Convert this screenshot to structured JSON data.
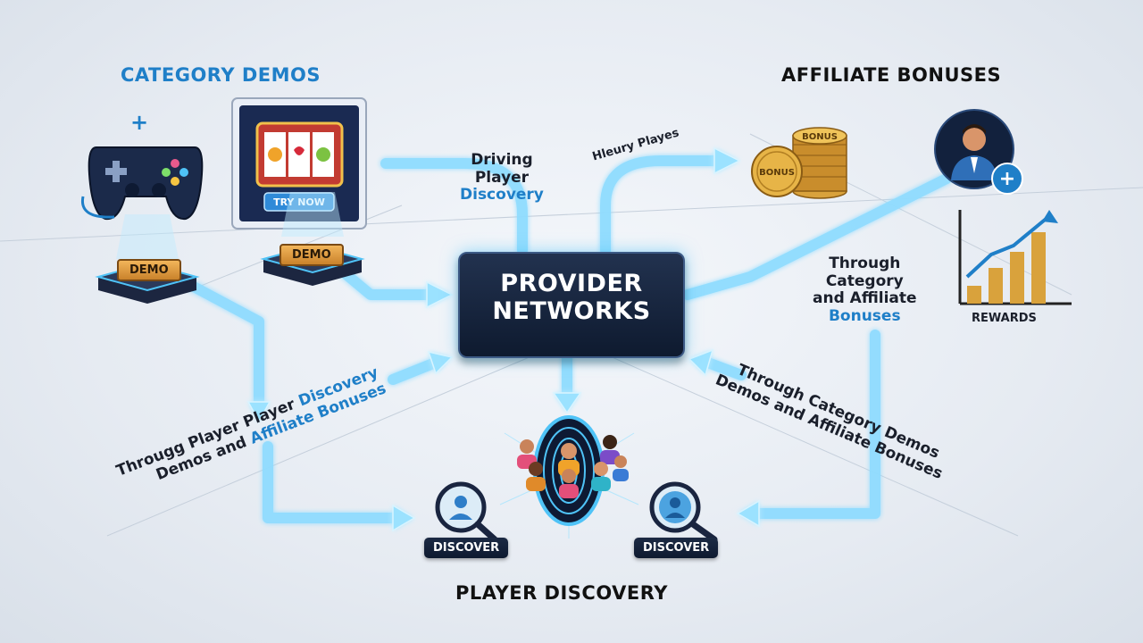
{
  "headings": {
    "category_demos": "CATEGORY DEMOS",
    "affiliate_bonuses": "AFFILIATE BONUSES",
    "player_discovery": "PLAYER DISCOVERY"
  },
  "center": {
    "line1": "PROVIDER",
    "line2": "NETWORKS"
  },
  "labels": {
    "driving_l1": "Driving",
    "driving_l2": "Player",
    "driving_l3": "Discovery",
    "hleury": "Hleury Playes",
    "through_right_l1": "Through",
    "through_right_l2": "Category",
    "through_right_l3": "and Affiliate",
    "through_right_l4": "Bonuses",
    "diag_left_l1a": "Througg Player",
    "diag_left_l1b": "Player",
    "diag_left_l1c": "Discovery",
    "diag_left_l2a": "Demos and",
    "diag_left_l2b": "Affiliate Bonuses",
    "diag_right_l1": "Through Category Demos",
    "diag_right_l2": "Demos and Affiliate Bonuses",
    "rewards": "REWARDS"
  },
  "tags": {
    "demo_left": "DEMO",
    "demo_mid": "DEMO",
    "try_now": "TRY NOW",
    "discover_left": "DISCOVER",
    "discover_right": "DISCOVER",
    "bonus_coin1": "BONUS",
    "bonus_coin2": "BONUS"
  },
  "colors": {
    "flow": "#4fc3f7",
    "accent_blue": "#1f7fc8",
    "dark_navy": "#14213a",
    "gold": "#d9a23c"
  },
  "icons": [
    "game-controller-icon",
    "slot-machine-icon",
    "coin-stack-icon",
    "businessman-icon",
    "growth-chart-icon",
    "fingerprint-crowd-icon",
    "magnifier-user-icon"
  ]
}
